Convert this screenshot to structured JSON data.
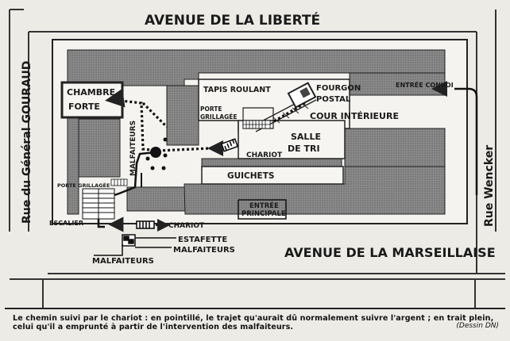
{
  "streets": {
    "north": "AVENUE DE LA LIBERTÉ",
    "south": "AVENUE DE LA MARSEILLAISE",
    "west": "Rue du Général GOURAUD",
    "east": "Rue Wencker"
  },
  "labels": {
    "chambre_forte": [
      "CHAMBRE",
      "FORTE"
    ],
    "tapis_roulant": "TAPIS ROULANT",
    "fourgon_postal": [
      "FOURGON",
      "POSTAL"
    ],
    "entree_convoi": "ENTRÉE CONVOI",
    "porte_grillagee_top": [
      "PORTE",
      "GRILLAGÉE"
    ],
    "cour_interieure": "COUR INTÉRIEURE",
    "salle_de_tri": [
      "SALLE",
      "DE TRI"
    ],
    "chariot_top": "CHARIOT",
    "malfaiteurs_vertical": "MALFAITEURS",
    "guichets": "GUICHETS",
    "porte_grillagee_bottom": "PORTE GRILLAGÉE",
    "entree_principale": [
      "ENTRÉE",
      "PRINCIPALE"
    ],
    "escalier": "ESCALIER",
    "chariot_bottom": "CHARIOT",
    "estafette": "ESTAFETTE",
    "malfaiteurs_right": "MALFAITEURS",
    "malfaiteurs_left": "MALFAITEURS"
  },
  "caption": "Le chemin suivi par le chariot : en pointillé, le trajet qu'aurait dû normalement suivre l'argent ; en trait plein, celui qu'il a emprunté à partir de l'intervention des malfaiteurs.",
  "credit": "(Dessin DN)"
}
